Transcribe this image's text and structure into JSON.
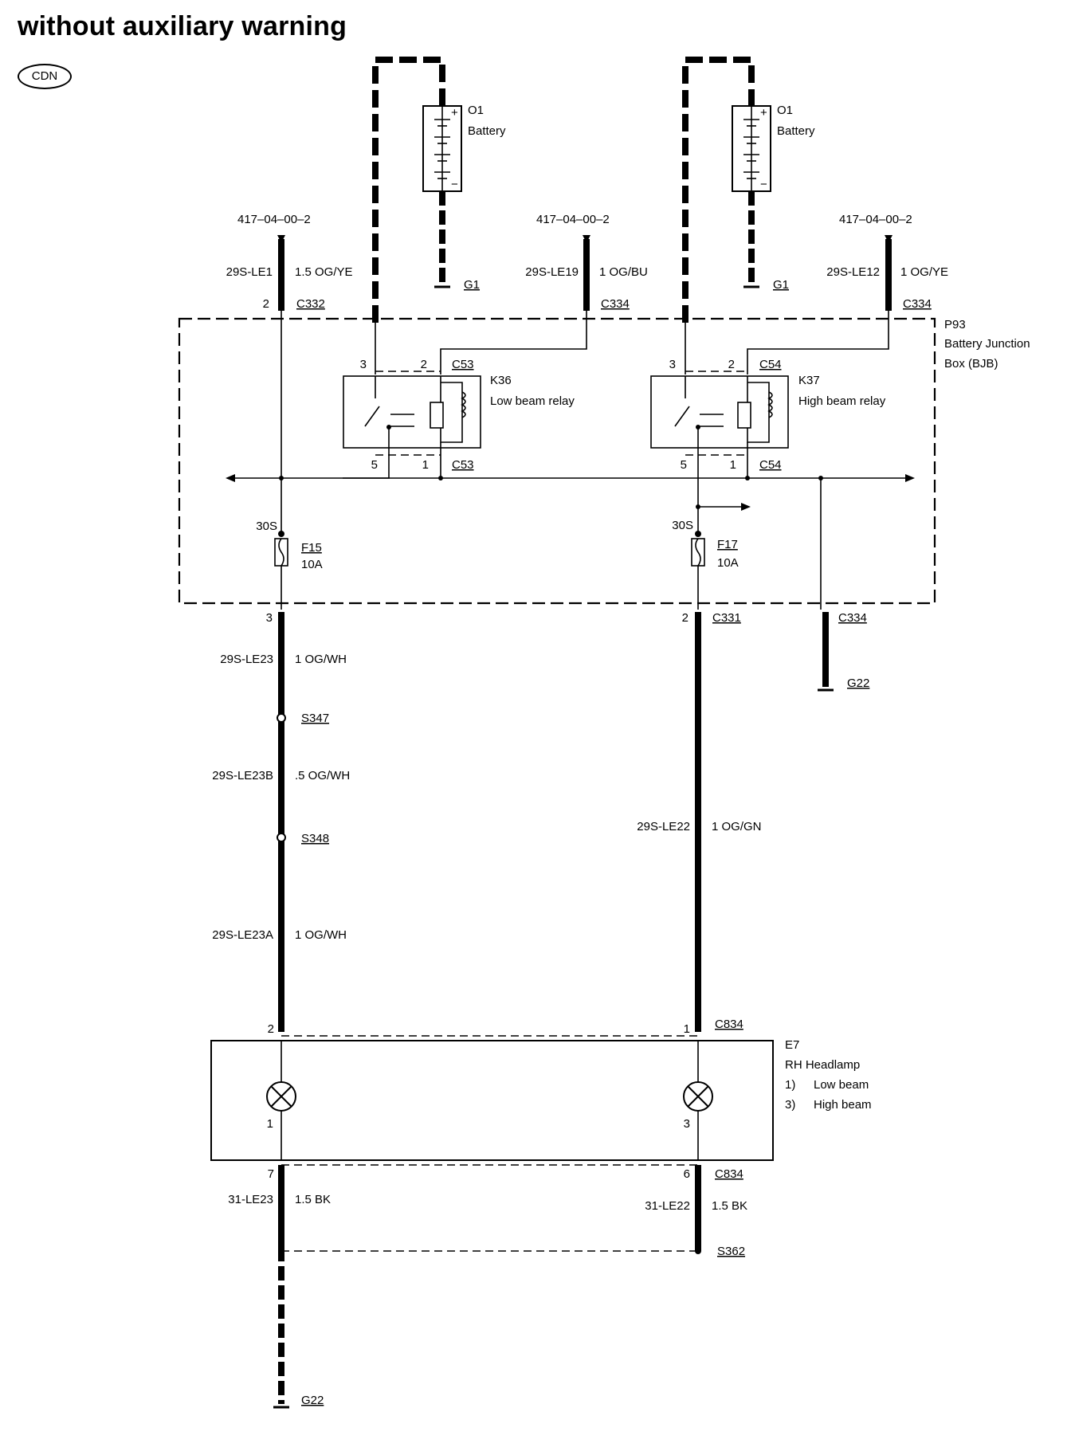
{
  "title": "without auxiliary warning",
  "market_badge": "CDN",
  "battery": {
    "id": "O1",
    "name": "Battery",
    "plus": "+",
    "minus": "−",
    "ground": "G1"
  },
  "supply_ref": "417–04–00–2",
  "wires_top": {
    "left": {
      "circuit": "29S-LE1",
      "spec": "1.5 OG/YE",
      "pin": "2",
      "connector": "C332"
    },
    "mid": {
      "circuit": "29S-LE19",
      "spec": "1 OG/BU",
      "connector": "C334"
    },
    "right": {
      "circuit": "29S-LE12",
      "spec": "1 OG/YE",
      "connector": "C334"
    }
  },
  "bjb": {
    "id": "P93",
    "name_line1": "Battery Junction",
    "name_line2": "Box (BJB)"
  },
  "relay_low": {
    "id": "K36",
    "name": "Low beam relay",
    "pin3": "3",
    "pin2": "2",
    "pin5": "5",
    "pin1": "1",
    "connector": "C53"
  },
  "relay_high": {
    "id": "K37",
    "name": "High beam relay",
    "pin3": "3",
    "pin2": "2",
    "pin5": "5",
    "pin1": "1",
    "connector": "C54"
  },
  "fuse_left": {
    "feed": "30S",
    "id": "F15",
    "rating": "10A"
  },
  "fuse_right": {
    "feed": "30S",
    "id": "F17",
    "rating": "10A"
  },
  "bjb_out": {
    "left_pin": "3",
    "right_pin": "2",
    "right_connector": "C331",
    "ground_connector": "C334",
    "ground": "G22"
  },
  "left_harness": [
    {
      "circuit": "29S-LE23",
      "spec": "1 OG/WH"
    },
    {
      "splice": "S347"
    },
    {
      "circuit": "29S-LE23B",
      "spec": ".5 OG/WH"
    },
    {
      "splice": "S348"
    },
    {
      "circuit": "29S-LE23A",
      "spec": "1 OG/WH"
    }
  ],
  "right_harness": {
    "circuit": "29S-LE22",
    "spec": "1 OG/GN"
  },
  "headlamp": {
    "id": "E7",
    "name": "RH Headlamp",
    "item1_num": "1)",
    "item1": "Low beam",
    "item2_num": "3)",
    "item2": "High beam",
    "in_left_pin": "2",
    "in_right_pin": "1",
    "in_connector": "C834",
    "lamp_left_pin": "1",
    "lamp_right_pin": "3",
    "out_left_pin": "7",
    "out_right_pin": "6",
    "out_connector": "C834"
  },
  "ground_wires": {
    "left": {
      "circuit": "31-LE23",
      "spec": "1.5 BK"
    },
    "right": {
      "circuit": "31-LE22",
      "spec": "1.5 BK"
    },
    "splice": "S362",
    "ground": "G22"
  }
}
